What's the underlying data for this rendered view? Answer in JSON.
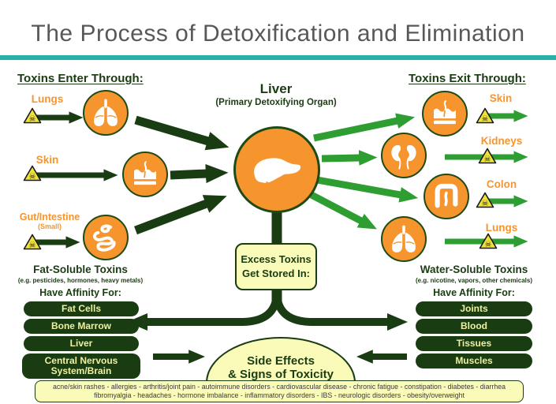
{
  "header": {
    "title": "The Process of Detoxification and Elimination"
  },
  "colors": {
    "teal": "#26B3A7",
    "orange": "#F6952D",
    "dark_green": "#1A3C12",
    "bright_green": "#2E9E33",
    "pale_yellow": "#FAFBB9",
    "hazard_yellow": "#F0E23C"
  },
  "icons": {
    "hazard_glyph": "☠"
  },
  "enter": {
    "heading": "Toxins Enter Through:",
    "items": [
      {
        "label": "Lungs"
      },
      {
        "label": "Skin"
      },
      {
        "label": "Gut/Intestine",
        "sublabel": "(Small)"
      }
    ]
  },
  "liver": {
    "title": "Liver",
    "subtitle": "(Primary Detoxifying Organ)"
  },
  "exit": {
    "heading": "Toxins Exit Through:",
    "items": [
      {
        "label": "Skin"
      },
      {
        "label": "Kidneys"
      },
      {
        "label": "Colon"
      },
      {
        "label": "Lungs"
      }
    ]
  },
  "stored": {
    "line1": "Excess Toxins",
    "line2": "Get Stored In:"
  },
  "fat": {
    "heading": "Fat-Soluble Toxins",
    "examples": "(e.g. pesticides, hormones, heavy metals)",
    "affinity": "Have Affinity For:",
    "pills": [
      "Fat Cells",
      "Bone Marrow",
      "Liver",
      "Central Nervous System/Brain"
    ]
  },
  "water": {
    "heading": "Water-Soluble Toxins",
    "examples": "(e.g. nicotine, vapors, other chemicals)",
    "affinity": "Have Affinity For:",
    "pills": [
      "Joints",
      "Blood",
      "Tissues",
      "Muscles"
    ]
  },
  "side_effects": {
    "line1": "Side Effects",
    "line2": "& Signs of Toxicity"
  },
  "footer": {
    "line1": "acne/skin rashes - allergies - arthritis/joint pain - autoimmune disorders - cardiovascular disease - chronic fatigue - constipation - diabetes - diarrhea",
    "line2": "fibromyalgia - headaches - hormone imbalance - inflammatory disorders - IBS - neurologic disorders - obesity/overweight"
  }
}
